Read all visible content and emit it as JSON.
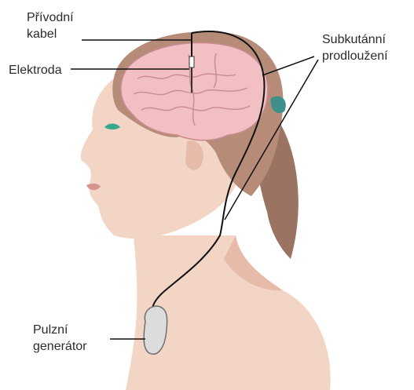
{
  "labels": {
    "lead_cable": {
      "line1": "Přívodní",
      "line2": "kabel"
    },
    "electrode": "Elektroda",
    "subcutaneous_extension": {
      "line1": "Subkutánní",
      "line2": "prodloužení"
    },
    "pulse_generator": {
      "line1": "Pulzní",
      "line2": "generátor"
    }
  },
  "colors": {
    "skin": "#f3d5c6",
    "skin_shadow": "#e6bba9",
    "hair": "#b68c79",
    "hair_dark": "#9a7362",
    "brain": "#f2bfc2",
    "brain_folds": "#c98b92",
    "cerebellum_accent": "#3f8f8a",
    "eye": "#3aa88e",
    "device": "#dcdcdc",
    "wire": "#111111",
    "text": "#2b2b2b"
  }
}
